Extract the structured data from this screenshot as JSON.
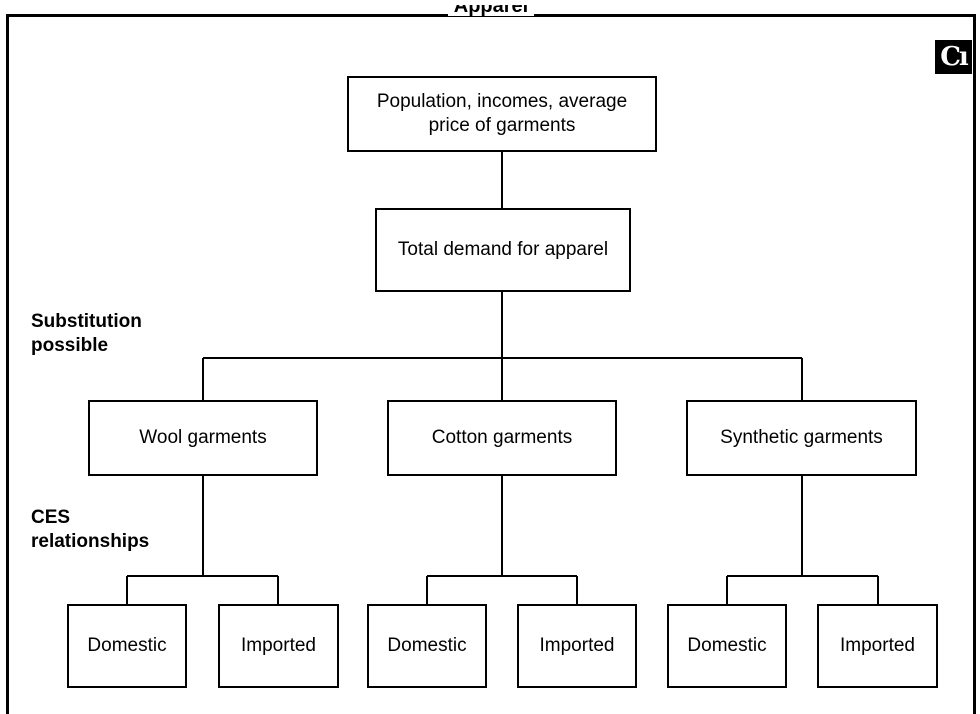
{
  "title": "Apparel",
  "logo_text": "Cı",
  "boxes": {
    "top": "Population, incomes, average price of garments",
    "total": "Total demand for apparel",
    "wool": "Wool garments",
    "cotton": "Cotton garments",
    "synthetic": "Synthetic garments",
    "wool_domestic": "Domestic",
    "wool_imported": "Imported",
    "cotton_domestic": "Domestic",
    "cotton_imported": "Imported",
    "synthetic_domestic": "Domestic",
    "synthetic_imported": "Imported"
  },
  "side_labels": {
    "substitution": "Substitution possible",
    "ces": "CES relationships"
  }
}
